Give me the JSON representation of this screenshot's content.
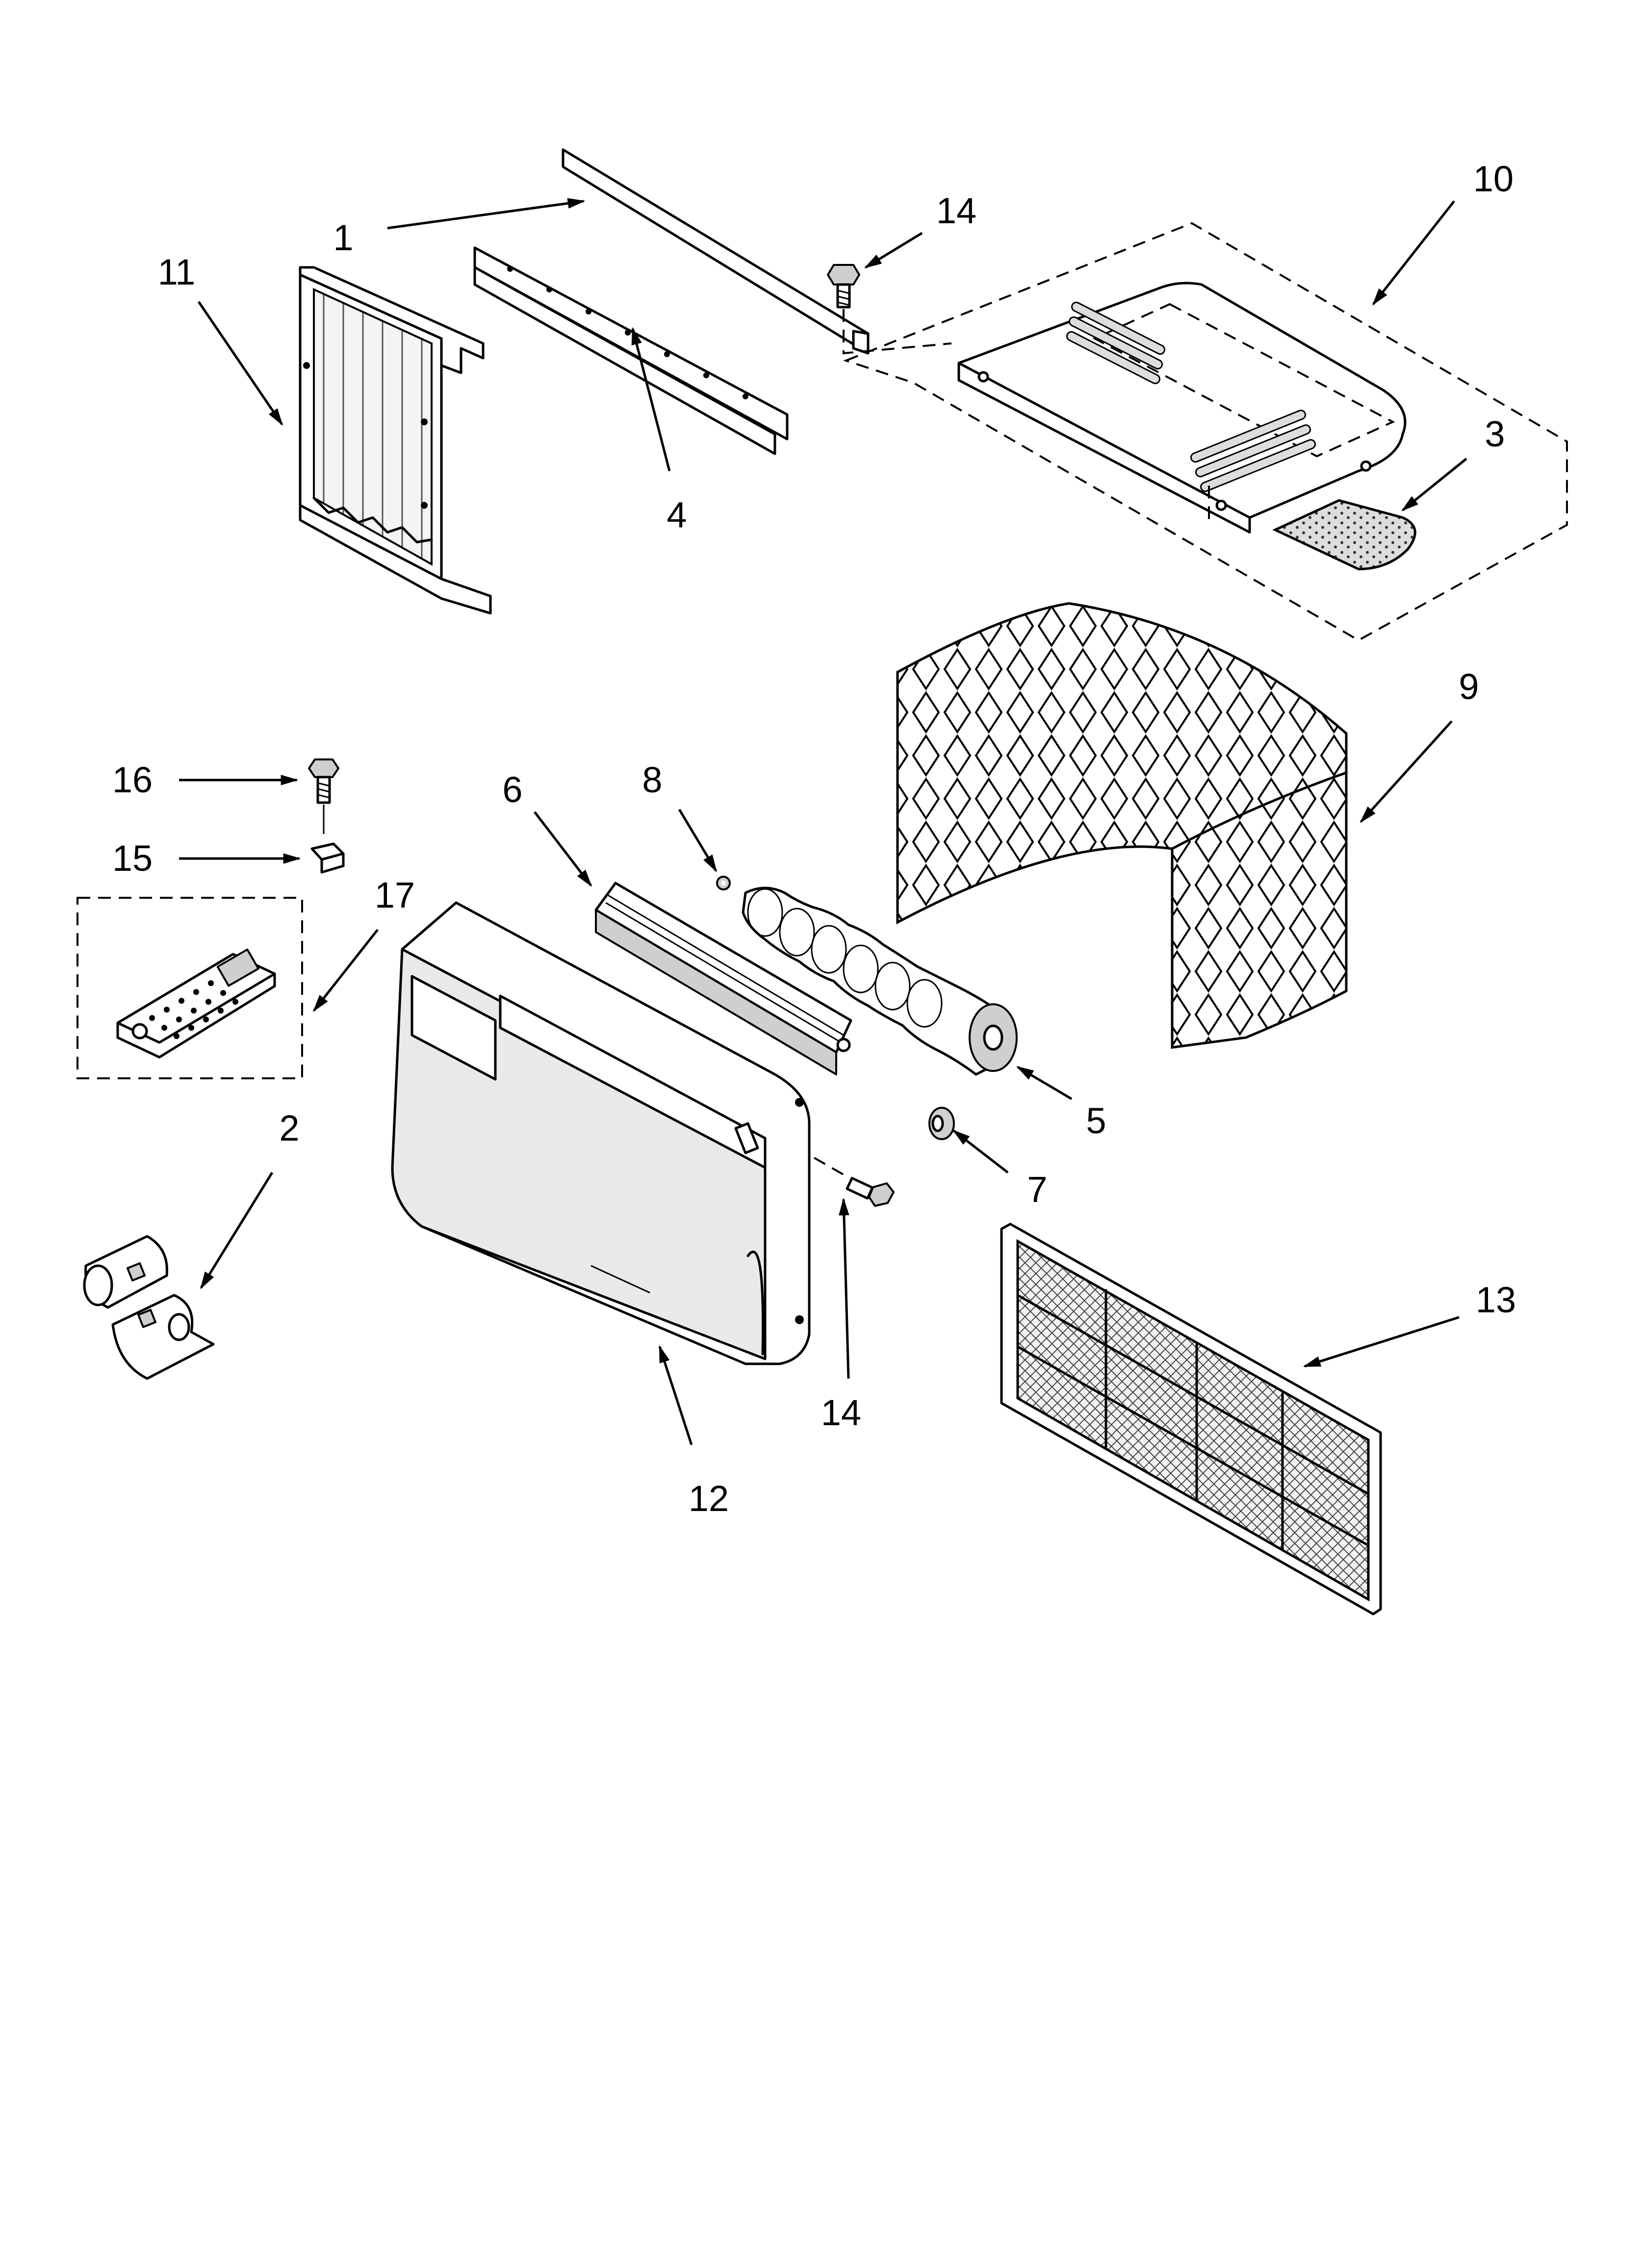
{
  "labels": {
    "c1": "1",
    "c2": "2",
    "c3": "3",
    "c4": "4",
    "c5": "5",
    "c6": "6",
    "c7": "7",
    "c8": "8",
    "c9": "9",
    "c10": "10",
    "c11": "11",
    "c12": "12",
    "c13": "13",
    "c14a": "14",
    "c14b": "14",
    "c15": "15",
    "c16": "16",
    "c17": "17"
  },
  "colors": {
    "line": "#000000",
    "background": "#ffffff",
    "shade": "#e9e9e9"
  }
}
